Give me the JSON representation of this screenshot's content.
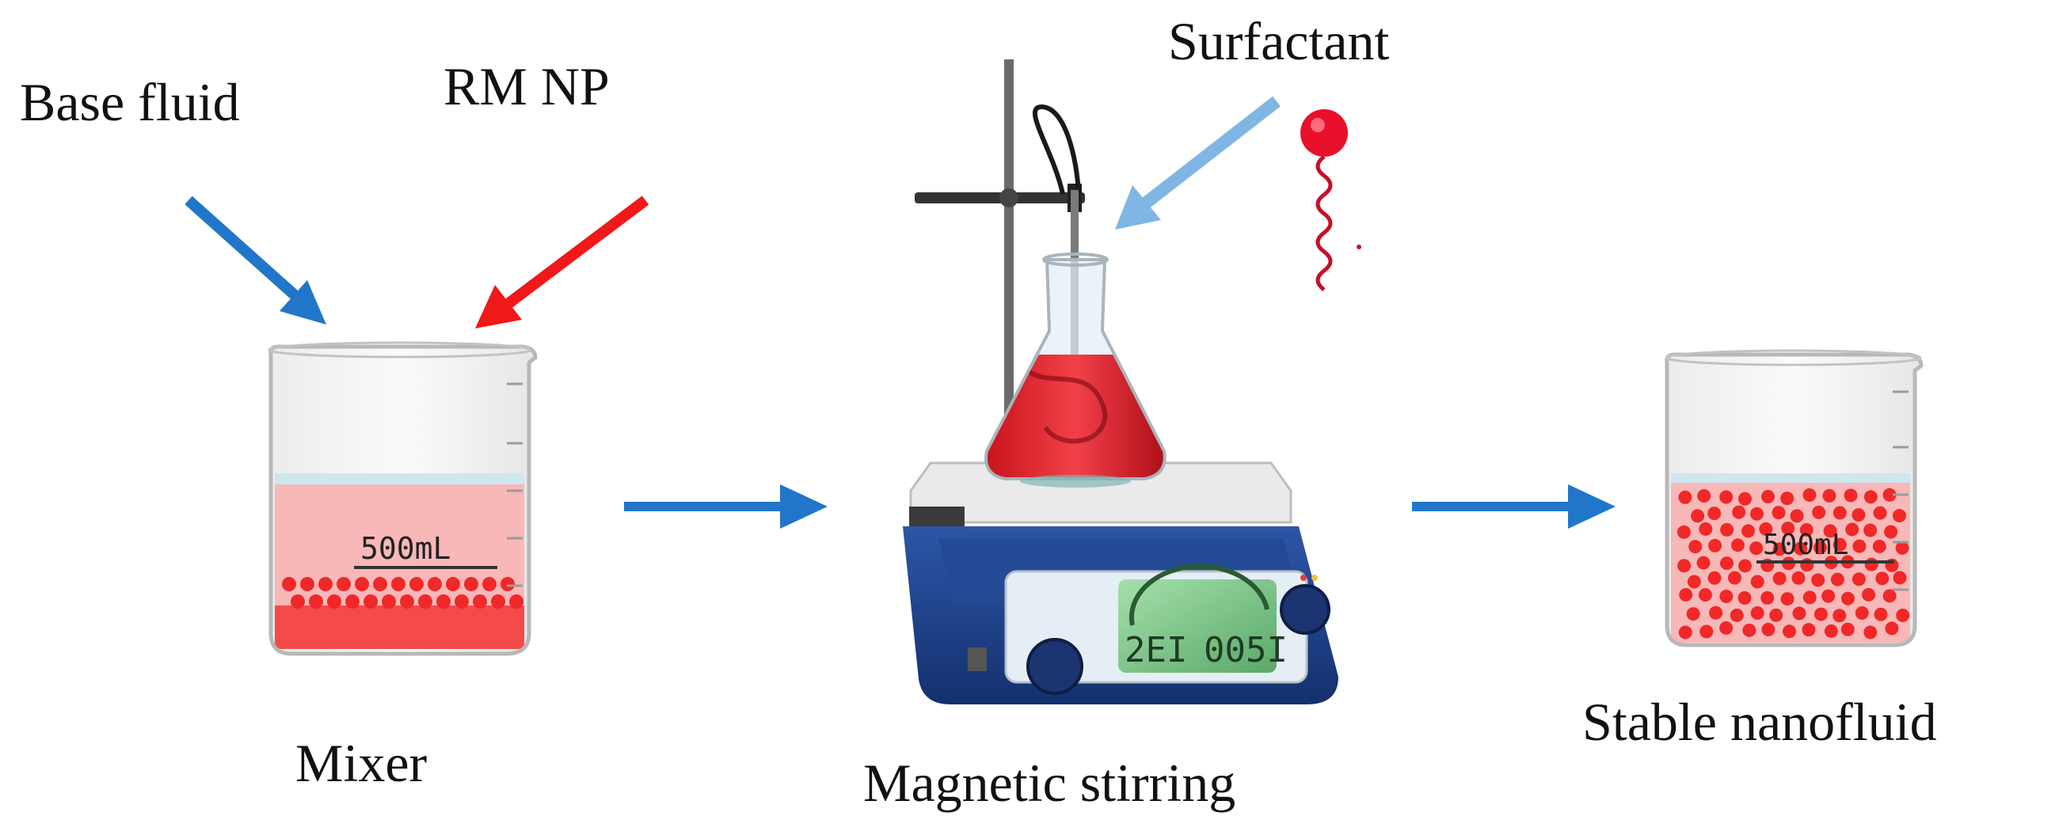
{
  "labels": {
    "base_fluid": "Base fluid",
    "rm_np": "RM NP",
    "surfactant": "Surfactant",
    "mixer": "Mixer",
    "magnetic_stirring": "Magnetic stirring",
    "stable_nanofluid": "Stable nanofluid"
  },
  "beaker_volume": "500mL",
  "final_beaker_volume": "500mL",
  "display": {
    "left_value": "2EI",
    "right_value": "005I"
  },
  "colors": {
    "blue_arrow": "#2176c9",
    "red_arrow": "#f01818",
    "surfactant_arrow": "#7fb6e3",
    "liquid_pink": "#f8b8b8",
    "particle_red": "#f02828",
    "stirrer_blue": "#1f3f8a",
    "lcd_green": "#7fc98a"
  },
  "icons": {
    "surfactant_molecule": "surfactant-molecule-icon",
    "particle": "nanoparticle-icon"
  }
}
